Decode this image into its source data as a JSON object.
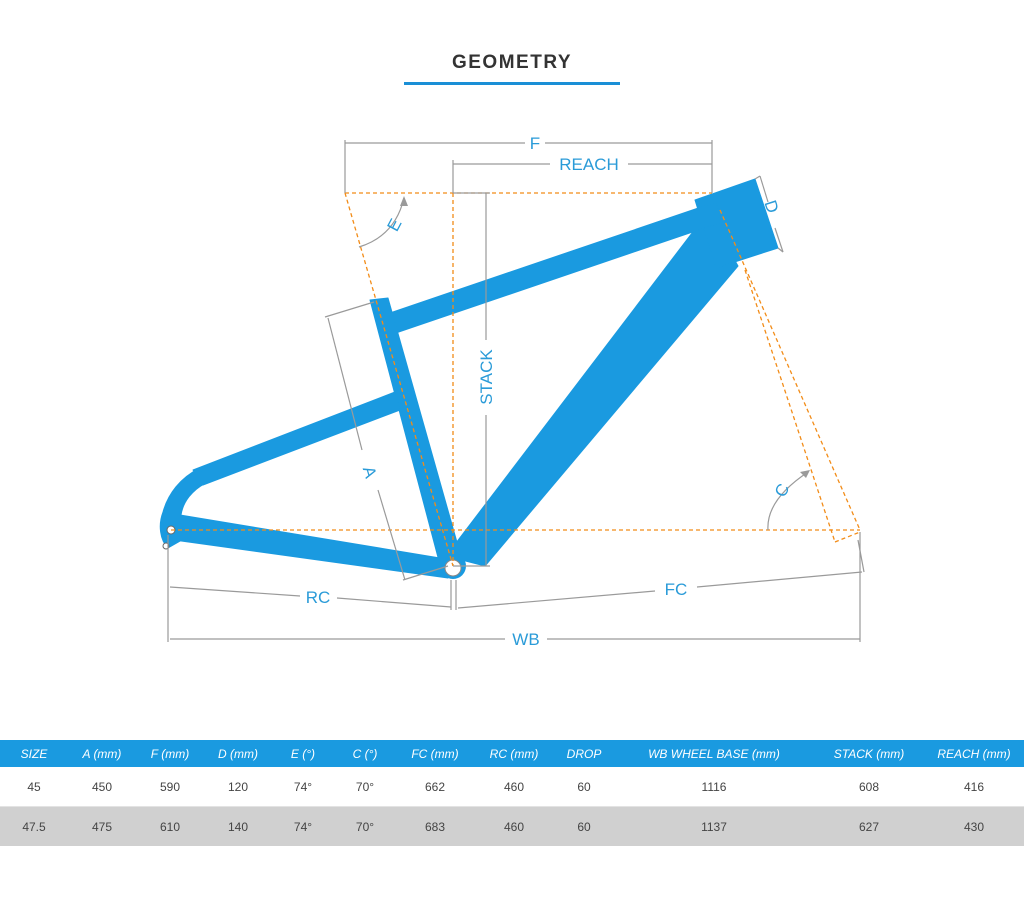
{
  "title": "GEOMETRY",
  "diagram": {
    "labels": {
      "f": "F",
      "reach": "REACH",
      "d": "D",
      "e": "E",
      "stack": "STACK",
      "a": "A",
      "c": "C",
      "rc": "RC",
      "fc": "FC",
      "wb": "WB"
    },
    "colors": {
      "frame": "#1a9ae0",
      "dimension": "#2a9bd8",
      "guide": "#f28c18",
      "line": "#9a9a9a",
      "header": "#1a9ae0"
    }
  },
  "table": {
    "headers": [
      "SIZE",
      "A (mm)",
      "F (mm)",
      "D (mm)",
      "E (°)",
      "C (°)",
      "FC (mm)",
      "RC (mm)",
      "DROP",
      "WB WHEEL BASE (mm)",
      "STACK (mm)",
      "REACH (mm)"
    ],
    "rows": [
      [
        "45",
        "450",
        "590",
        "120",
        "74°",
        "70°",
        "662",
        "460",
        "60",
        "1116",
        "608",
        "416"
      ],
      [
        "47.5",
        "475",
        "610",
        "140",
        "74°",
        "70°",
        "683",
        "460",
        "60",
        "1137",
        "627",
        "430"
      ]
    ]
  }
}
